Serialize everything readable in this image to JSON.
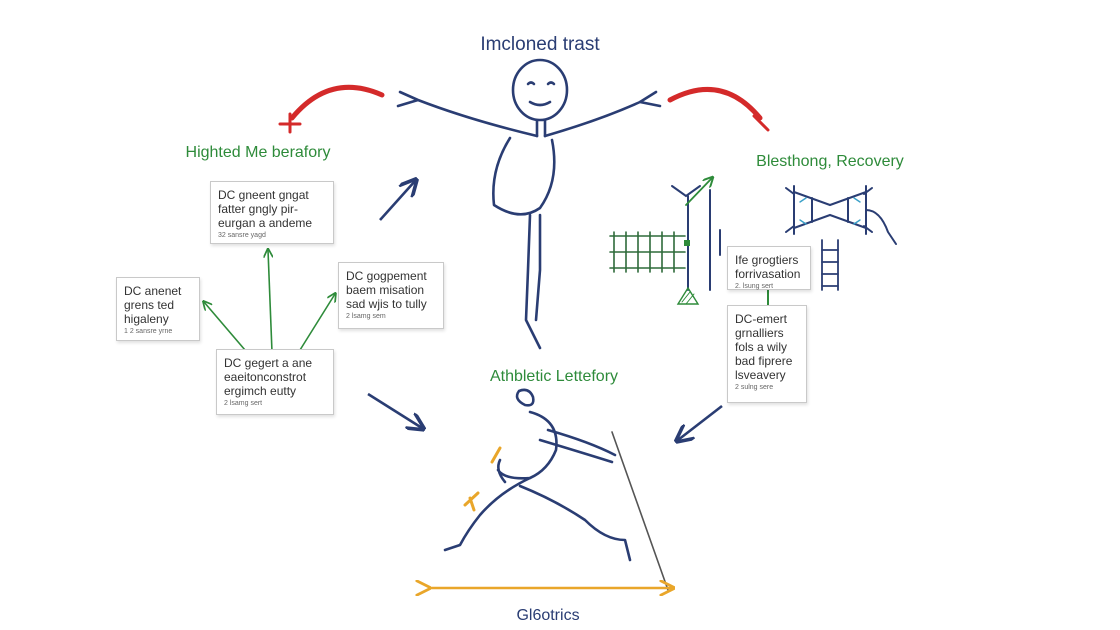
{
  "title": "Imcloned trast",
  "labels": {
    "left": "Highted Me berafory",
    "right": "Blesthong, Recovery",
    "center": "Athbletic Lettefory",
    "bottom": "Gl6otrics"
  },
  "notes": [
    {
      "id": "note-1",
      "lines": [
        "DC gneent gngat",
        "fatter gngly pir-",
        "eurgan a andeme"
      ],
      "small": "32 sansre yagd"
    },
    {
      "id": "note-2",
      "lines": [
        "DC anenet",
        "grens ted",
        "higaleny"
      ],
      "small": "1 2 sansre yrne"
    },
    {
      "id": "note-3",
      "lines": [
        "DC gogpement",
        "baem misation",
        "sad wjis to tully"
      ],
      "small": "2 lsamg sem"
    },
    {
      "id": "note-4",
      "lines": [
        "DC gegert a ane",
        "eaeitonconstrot",
        "ergimch eutty"
      ],
      "small": "2 lsamg sert"
    },
    {
      "id": "note-5",
      "lines": [
        "Ife grogtiers",
        "forrivasation"
      ],
      "small": "2. lsung sert"
    },
    {
      "id": "note-6",
      "lines": [
        "DC-emert",
        "grnalliers",
        "fols a wily",
        "bad fiprere",
        "lsveavery"
      ],
      "small": "2 sulng sere"
    }
  ],
  "colors": {
    "ink": "#2a3d73",
    "green": "#2e8b3a",
    "red": "#d42a2a",
    "orange": "#e9a62a",
    "note_border": "#c9c9c9"
  }
}
